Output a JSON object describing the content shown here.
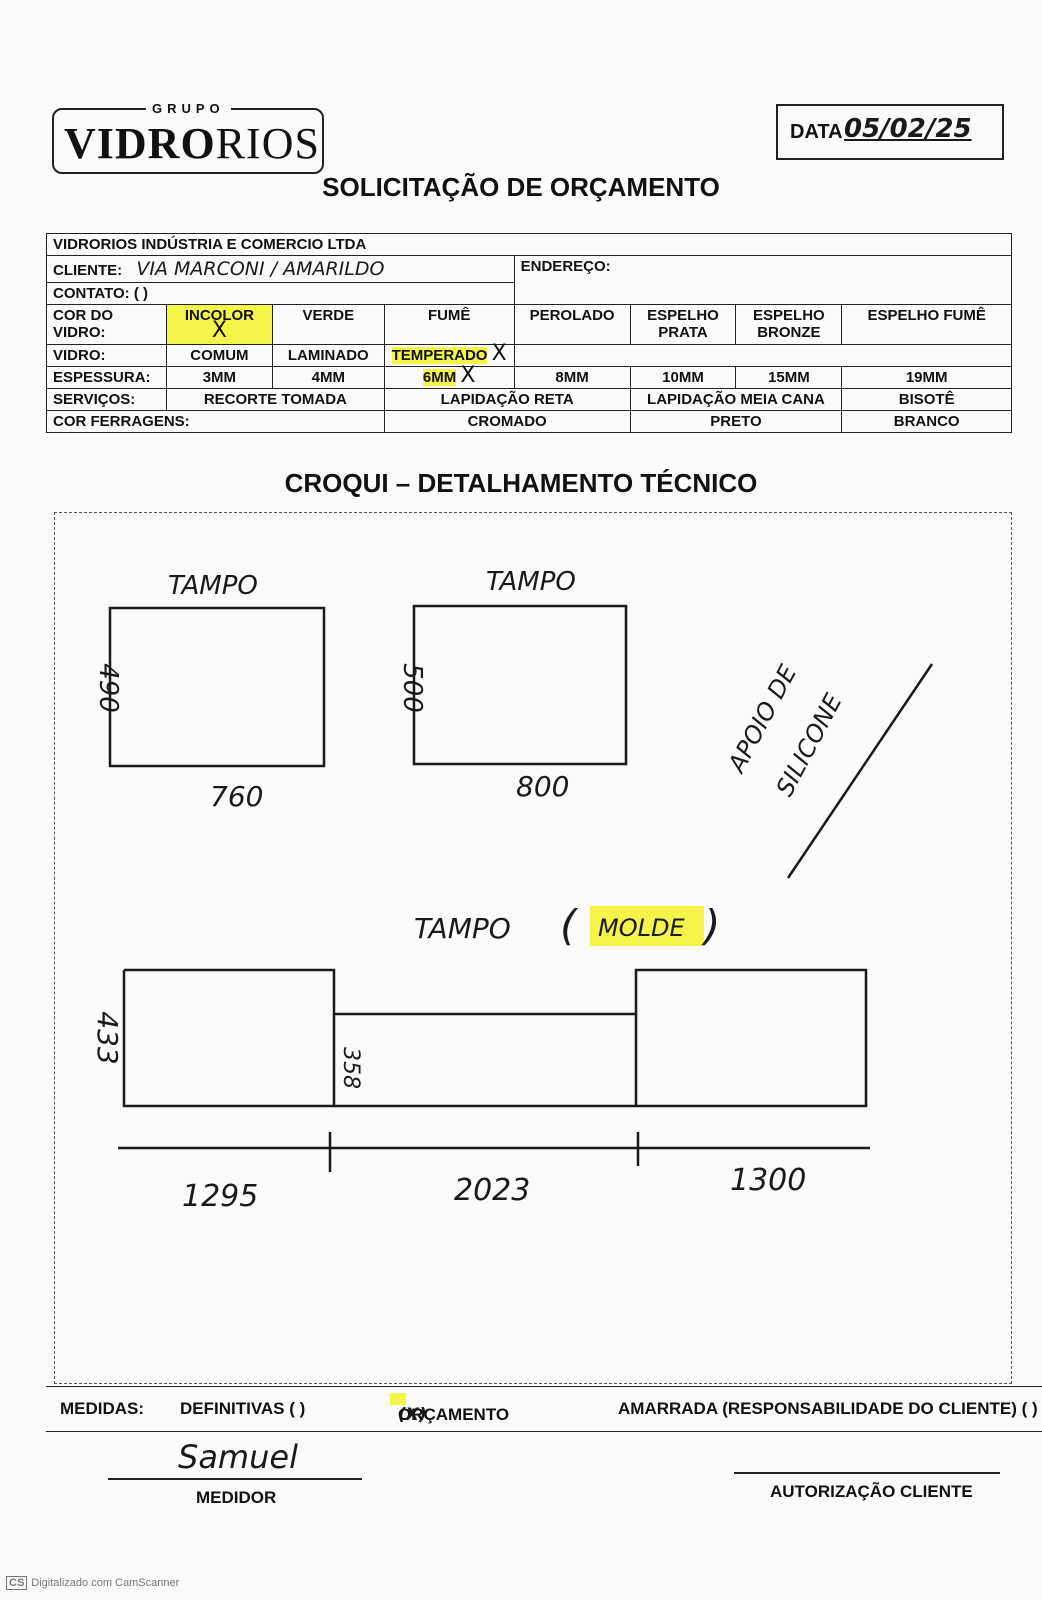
{
  "header": {
    "logo_top": "GRUPO",
    "logo_bold": "VIDRO",
    "logo_light": "RIOS",
    "date_label": "DATA",
    "date_value": "05/02/25",
    "title": "SOLICITAÇÃO DE ORÇAMENTO"
  },
  "form": {
    "company": "VIDRORIOS INDÚSTRIA E COMERCIO LTDA",
    "client_label": "CLIENTE:",
    "client_value": "VIA MARCONI / AMARILDO",
    "address_label": "ENDEREÇO:",
    "contact_label": "CONTATO: (   )",
    "glass_color_label": "COR DO VIDRO:",
    "glass_colors": [
      "INCOLOR",
      "VERDE",
      "FUMÊ",
      "PEROLADO",
      "ESPELHO PRATA",
      "ESPELHO BRONZE",
      "ESPELHO FUMÊ"
    ],
    "glass_label": "VIDRO:",
    "glass_types": [
      "COMUM",
      "LAMINADO",
      "TEMPERADO"
    ],
    "thickness_label": "ESPESSURA:",
    "thicknesses": [
      "3MM",
      "4MM",
      "6MM",
      "8MM",
      "10MM",
      "15MM",
      "19MM"
    ],
    "services_label": "SERVIÇOS:",
    "services": [
      "RECORTE TOMADA",
      "LAPIDAÇÃO RETA",
      "LAPIDAÇÃO MEIA CANA",
      "BISOTÊ"
    ],
    "hardware_label": "COR FERRAGENS:",
    "hardware": [
      "CROMADO",
      "PRETO",
      "BRANCO"
    ],
    "mark": "X",
    "highlight_color": "#f3f54a"
  },
  "croqui": {
    "title": "CROQUI – DETALHAMENTO TÉCNICO",
    "piece1": {
      "label": "TAMPO",
      "height": "490",
      "width": "760"
    },
    "piece2": {
      "label": "TAMPO",
      "height": "500",
      "width": "800"
    },
    "note": [
      "APOIO DE",
      "SILICONE"
    ],
    "mold": {
      "label": "TAMPO",
      "tag": "MOLDE",
      "left_height": "433",
      "mid_height": "358",
      "dims": [
        "1295",
        "2023",
        "1300"
      ]
    }
  },
  "footer": {
    "measures_label": "MEDIDAS:",
    "definitive": "DEFINITIVAS (  )",
    "quote": "ORÇAMENTO",
    "quote_mark": "(X)",
    "tied": "AMARRADA (RESPONSABILIDADE DO CLIENTE) (  )",
    "measurer_signature": "Samuel",
    "measurer_label": "MEDIDOR",
    "client_auth_label": "AUTORIZAÇÃO CLIENTE",
    "scanner_badge": "CS",
    "scanner_note": "Digitalizado com CamScanner"
  }
}
